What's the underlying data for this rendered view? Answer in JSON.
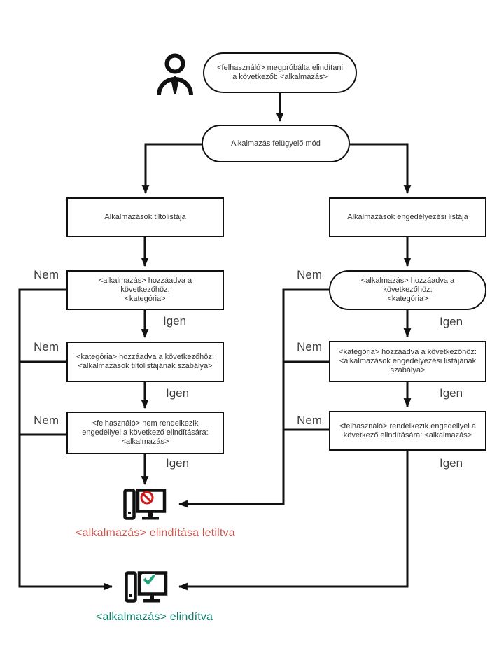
{
  "diagram": {
    "title_hint": "Application Control flowchart (Hungarian)",
    "labels": {
      "yes": "Igen",
      "no": "Nem"
    },
    "start": {
      "line1": "<felhasználó> megpróbálta elindítani",
      "line2": "a következőt: <alkalmazás>"
    },
    "mode": {
      "label": "Alkalmazás felügyelő mód"
    },
    "denylist": {
      "title": "Alkalmazások tiltólistája"
    },
    "allowlist": {
      "title": "Alkalmazások engedélyezési listája"
    },
    "deny_branch": {
      "check_app": {
        "line1": "<alkalmazás> hozzáadva a következőhöz:",
        "line2": "<kategória>"
      },
      "check_category": {
        "line1": "<kategória> hozzáadva a következőhöz:",
        "line2": "<alkalmazások tiltólistájának szabálya>"
      },
      "check_user": {
        "line1": "<felhasználó> nem rendelkezik",
        "line2": "engedéllyel a következő elindítására:",
        "line3": "<alkalmazás>"
      }
    },
    "allow_branch": {
      "check_app": {
        "line1": "<alkalmazás> hozzáadva a következőhöz:",
        "line2": "<kategória>"
      },
      "check_category": {
        "line1": "<kategória> hozzáadva a következőhöz:",
        "line2": "<alkalmazások engedélyezési listájának",
        "line3": "szabálya>"
      },
      "check_user": {
        "line1": "<felhasználó> rendelkezik engedéllyel a",
        "line2": "következő elindítására: <alkalmazás>"
      }
    },
    "results": {
      "blocked": {
        "text": "<alkalmazás> elindítása letiltva",
        "color": "#c9544e"
      },
      "launched": {
        "text": "<alkalmazás> elindítva",
        "color": "#0e7e6b"
      }
    },
    "icons": {
      "person": "person-icon",
      "blocked": "computer-blocked-icon",
      "launched": "computer-launched-icon"
    },
    "colors": {
      "line": "#111111",
      "box_border": "#111111",
      "text": "#333333",
      "blocked_badge": "#cc1a1a",
      "launched_badge": "#1fa87e"
    }
  }
}
